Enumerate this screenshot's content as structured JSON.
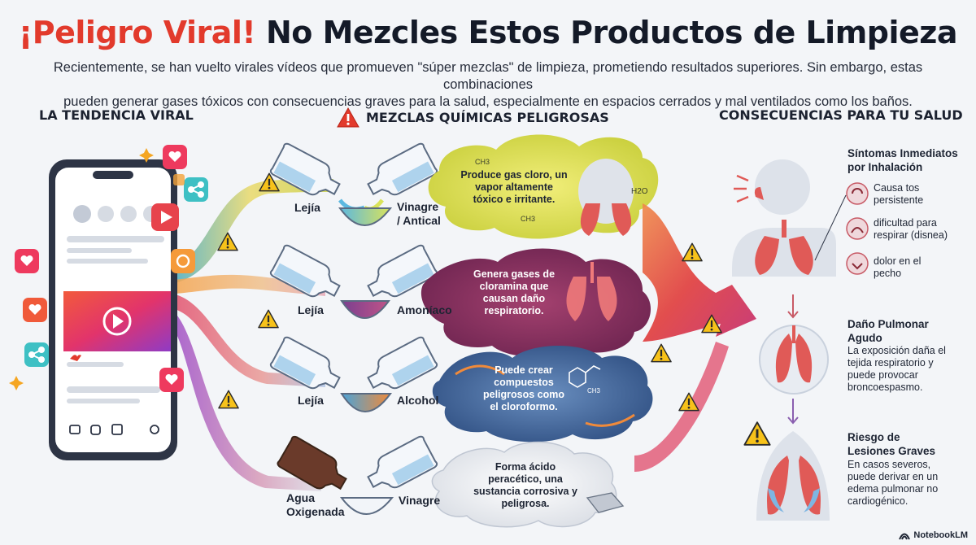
{
  "header": {
    "title_red": "¡Peligro Viral!",
    "title_dark": "No Mezcles Estos Productos de Limpieza",
    "subtitle_line1": "Recientemente, se han vuelto virales vídeos que promueven \"súper mezclas\" de limpieza, prometiendo resultados superiores. Sin embargo, estas combinaciones",
    "subtitle_line2": "pueden generar gases tóxicos con consecuencias graves para la salud, especialmente en espacios cerrados y mal ventilados como los baños."
  },
  "sections": {
    "left": "LA TENDENCIA VIRAL",
    "middle": "MEZCLAS QUÍMICAS PELIGROSAS",
    "right": "CONSECUENCIAS PARA TU SALUD"
  },
  "mixtures": [
    {
      "left": "Lejía",
      "right_line1": "Vinagre",
      "right_line2": "/ Antical",
      "effect": "Produce gas cloro, un vapor altamente tóxico e irritante."
    },
    {
      "left": "Lejía",
      "right_line1": "Amoníaco",
      "right_line2": "",
      "effect": "Genera gases de cloramina que causan daño respiratorio."
    },
    {
      "left": "Lejía",
      "right_line1": "Alcohol",
      "right_line2": "",
      "effect": "Puede crear compuestos peligrosos como el cloroformo."
    },
    {
      "left_line1": "Agua",
      "left_line2": "Oxigenada",
      "right_line1": "Vinagre",
      "right_line2": "",
      "effect": "Forma ácido peracético, una sustancia corrosiva y peligrosa."
    }
  ],
  "chem_labels": {
    "ch3": "CH3",
    "h2o": "H2O"
  },
  "consequences": {
    "immediate": {
      "title": "Síntomas Inmediatos por Inhalación",
      "items": [
        "Causa tos persistente",
        "dificultad para respirar (disnea)",
        "dolor en el pecho"
      ]
    },
    "acute": {
      "title": "Daño Pulmonar Agudo",
      "body": "La exposición daña el tejida respiratorio y puede provocar broncoespasmo."
    },
    "severe": {
      "title": "Riesgo de Lesiones Graves",
      "body": "En casos severos, puede derivar en un edema pulmonar no cardiogénico."
    }
  },
  "brand": "NotebookLM",
  "colors": {
    "title_red": "#e23a2c",
    "warning_yellow": "#f7c21a",
    "cloud_yellow": "#d4d84a",
    "cloud_purple": "#8b2f5d",
    "cloud_blue": "#3f6aa0",
    "lung_red": "#e05a57"
  }
}
